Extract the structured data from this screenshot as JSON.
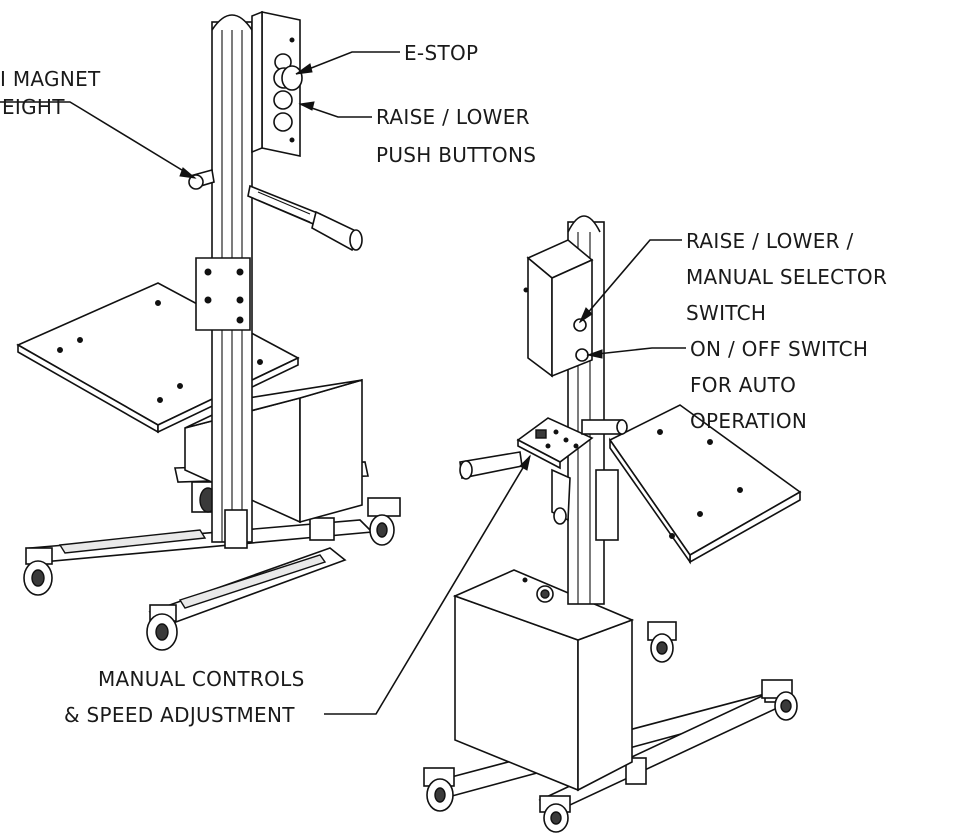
{
  "callouts": {
    "magnet_line1": "I MAGNET",
    "magnet_line2": "EIGHT",
    "estop": "E-STOP",
    "raise_lower_line1": "RAISE / LOWER",
    "raise_lower_line2": "PUSH BUTTONS",
    "selector_line1": "RAISE / LOWER /",
    "selector_line2": "MANUAL SELECTOR",
    "selector_line3": "SWITCH",
    "onoff_line1": "ON / OFF SWITCH",
    "onoff_line2": "FOR AUTO",
    "onoff_line3": "OPERATION",
    "manual_line1": "MANUAL CONTROLS",
    "manual_line2": "& SPEED ADJUSTMENT"
  }
}
